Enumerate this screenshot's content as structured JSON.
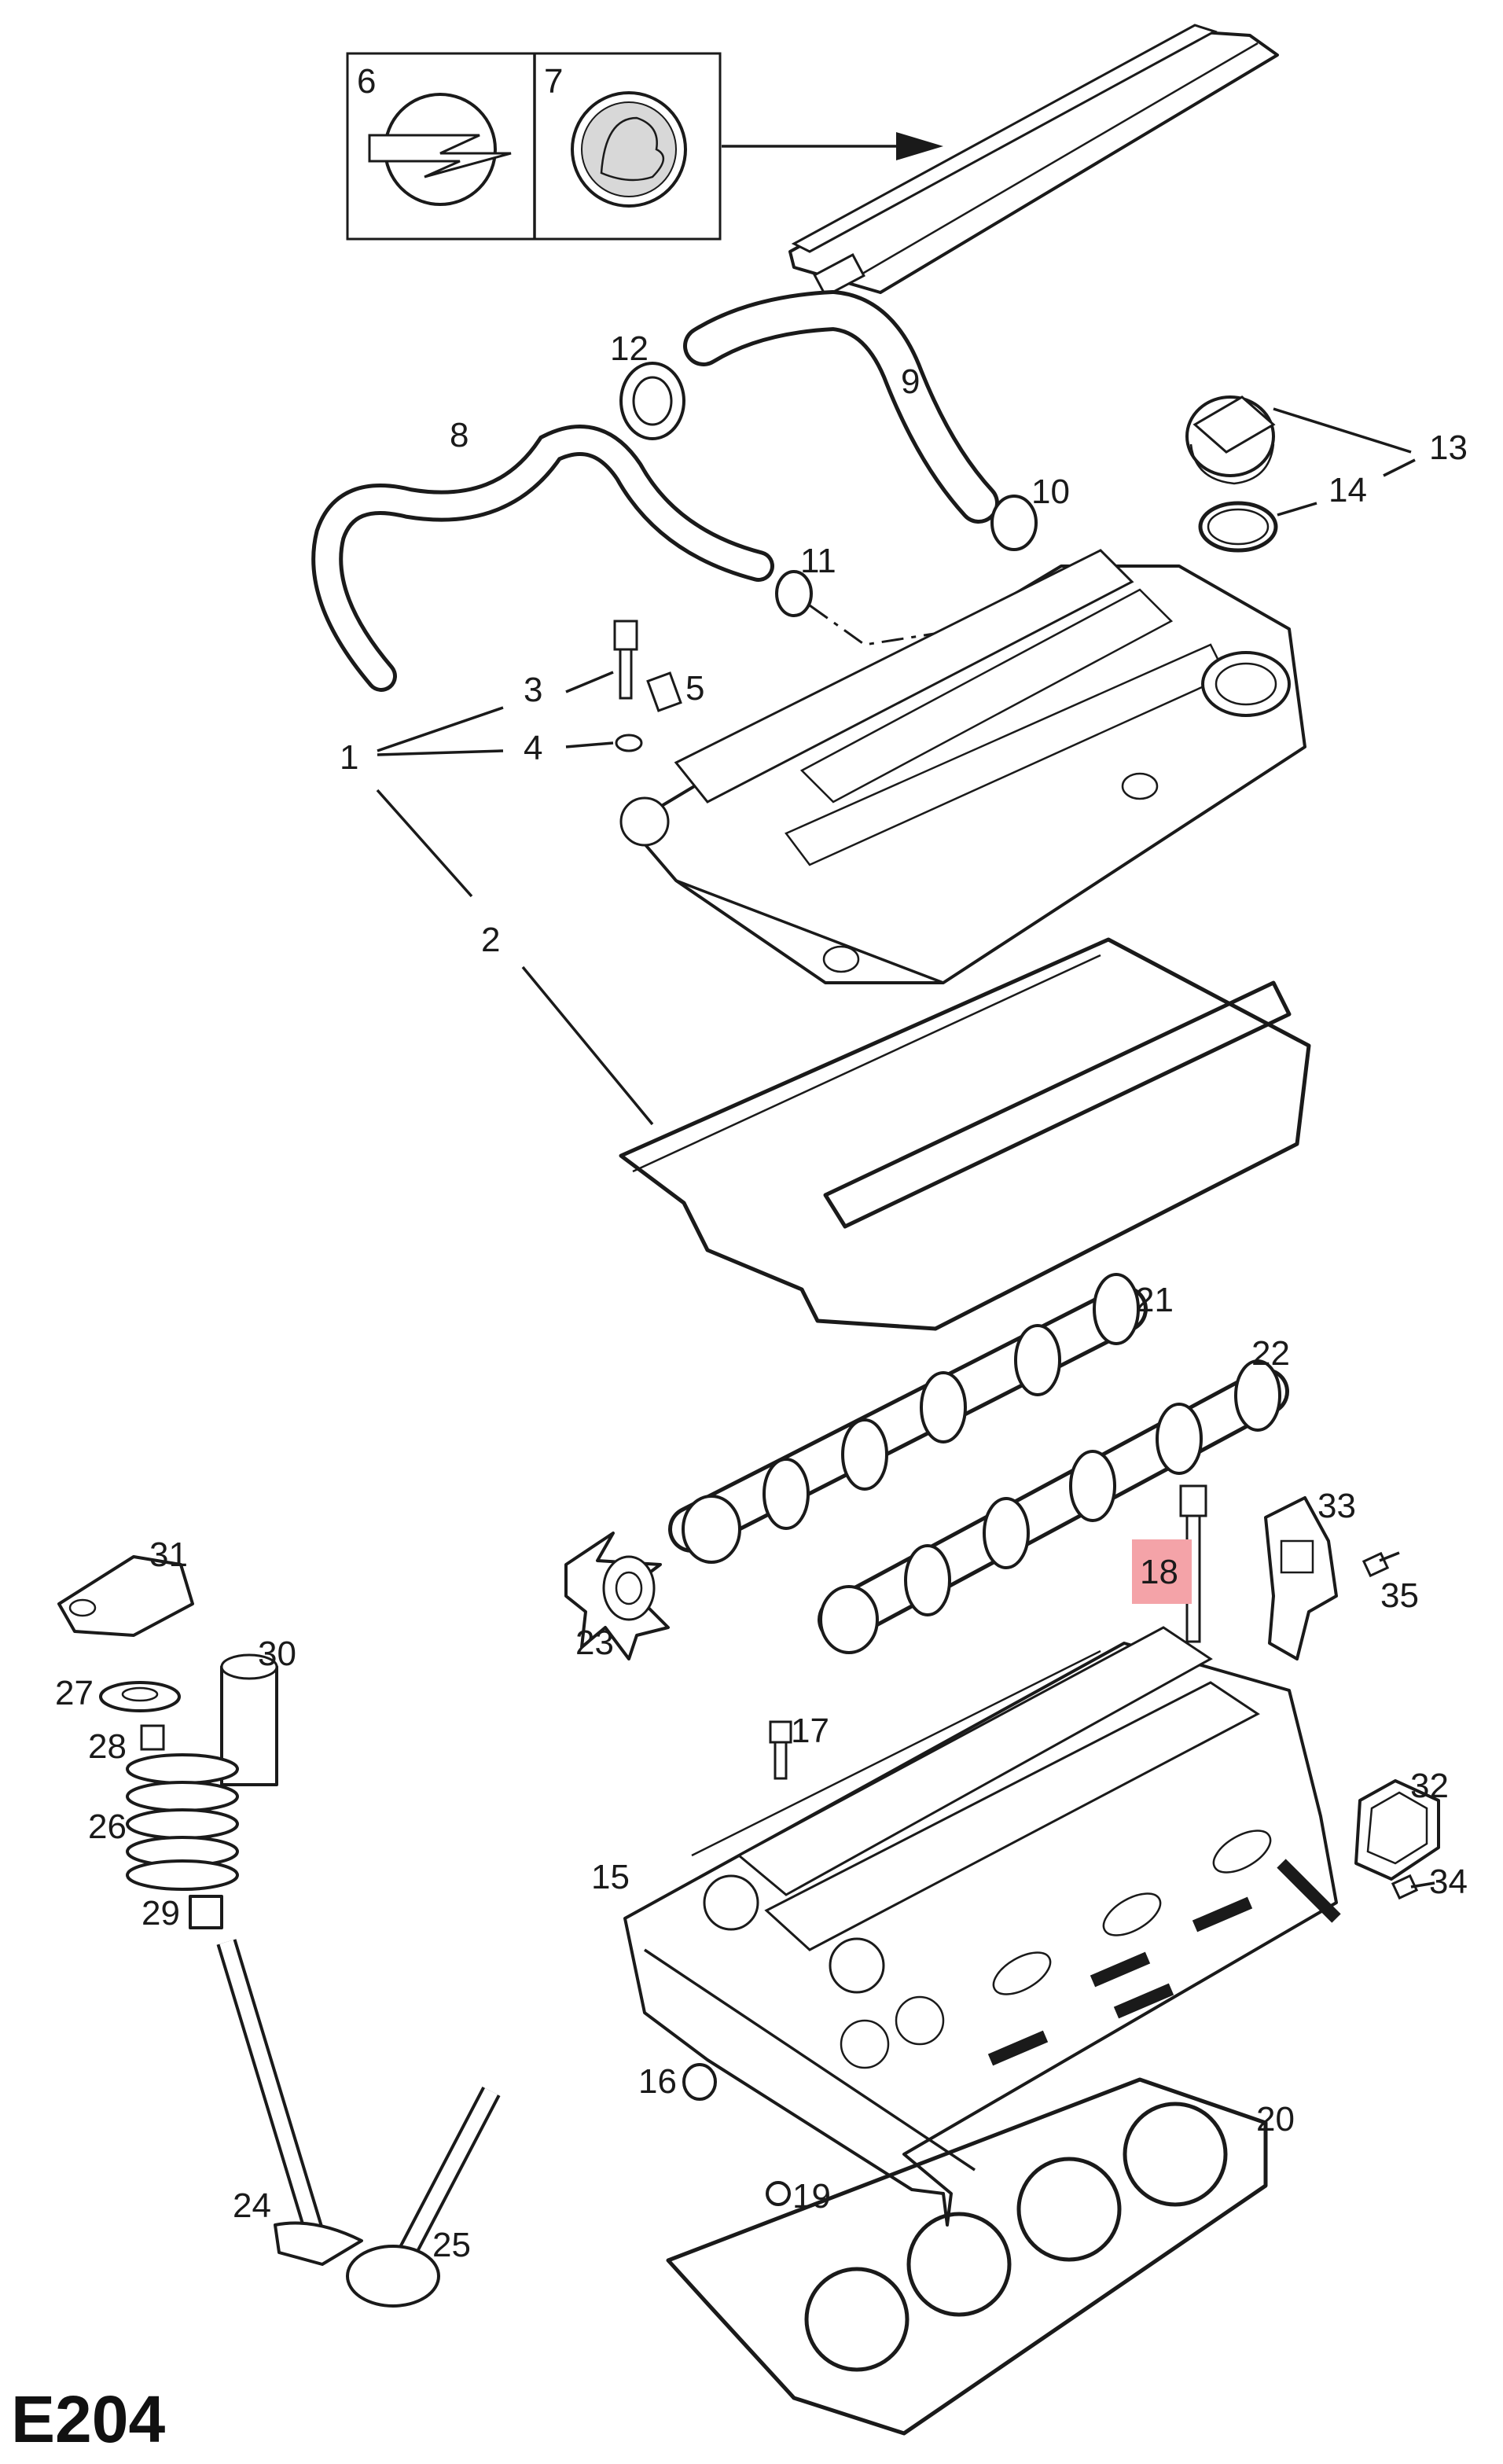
{
  "diagram": {
    "page_code": "E204",
    "highlight_color": "#f4a3a8",
    "ink_color": "#1a1a1a",
    "logo_box": {
      "labels": [
        "6",
        "7"
      ]
    },
    "callouts": [
      {
        "id": "1",
        "text": "1"
      },
      {
        "id": "2",
        "text": "2"
      },
      {
        "id": "3",
        "text": "3"
      },
      {
        "id": "4",
        "text": "4"
      },
      {
        "id": "5",
        "text": "5"
      },
      {
        "id": "8",
        "text": "8"
      },
      {
        "id": "9",
        "text": "9"
      },
      {
        "id": "10",
        "text": "10"
      },
      {
        "id": "11",
        "text": "11"
      },
      {
        "id": "12",
        "text": "12"
      },
      {
        "id": "13",
        "text": "13"
      },
      {
        "id": "14",
        "text": "14"
      },
      {
        "id": "15",
        "text": "15"
      },
      {
        "id": "16",
        "text": "16"
      },
      {
        "id": "17",
        "text": "17"
      },
      {
        "id": "18",
        "text": "18",
        "highlighted": true
      },
      {
        "id": "19",
        "text": "19"
      },
      {
        "id": "20",
        "text": "20"
      },
      {
        "id": "21",
        "text": "21"
      },
      {
        "id": "22",
        "text": "22"
      },
      {
        "id": "23",
        "text": "23"
      },
      {
        "id": "24",
        "text": "24"
      },
      {
        "id": "25",
        "text": "25"
      },
      {
        "id": "26",
        "text": "26"
      },
      {
        "id": "27",
        "text": "27"
      },
      {
        "id": "28",
        "text": "28"
      },
      {
        "id": "29",
        "text": "29"
      },
      {
        "id": "30",
        "text": "30"
      },
      {
        "id": "31",
        "text": "31"
      },
      {
        "id": "32",
        "text": "32"
      },
      {
        "id": "33",
        "text": "33"
      },
      {
        "id": "34",
        "text": "34"
      },
      {
        "id": "35",
        "text": "35"
      }
    ]
  }
}
